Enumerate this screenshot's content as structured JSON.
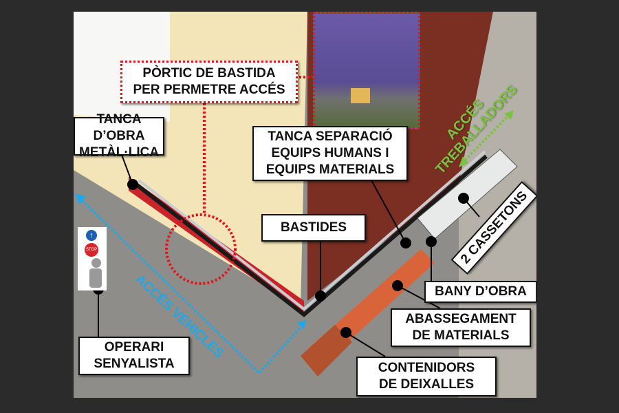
{
  "labels": {
    "portic": [
      "PÒRTIC DE BASTIDA",
      "PER PERMETRE ACCÉS"
    ],
    "tanca_obra": [
      "TANCA D’OBRA",
      "METÀL·LICA"
    ],
    "tanca_separacio": [
      "TANCA SEPARACIÓ",
      "EQUIPS HUMANS I",
      "EQUIPS MATERIALS"
    ],
    "bastides": "BASTIDES",
    "cassetons": "2 CASSETONS",
    "bany": "BANY D’OBRA",
    "abassegament": [
      "ABASSEGAMENT",
      "DE MATERIALS"
    ],
    "contenidors": [
      "CONTENIDORS",
      "DE DEIXALLES"
    ],
    "operari": [
      "OPERARI",
      "SENYALISTA"
    ],
    "acces_treballadors": [
      "ACCÉS",
      "TREBALLADORS"
    ],
    "acces_vehicles": "ACCÉS VEHICLES",
    "stop_sign": "STOP"
  },
  "colors": {
    "red_dotted": "#e0161b",
    "workers_green": "#7cc242",
    "vehicles_blue": "#1fa8e8"
  }
}
